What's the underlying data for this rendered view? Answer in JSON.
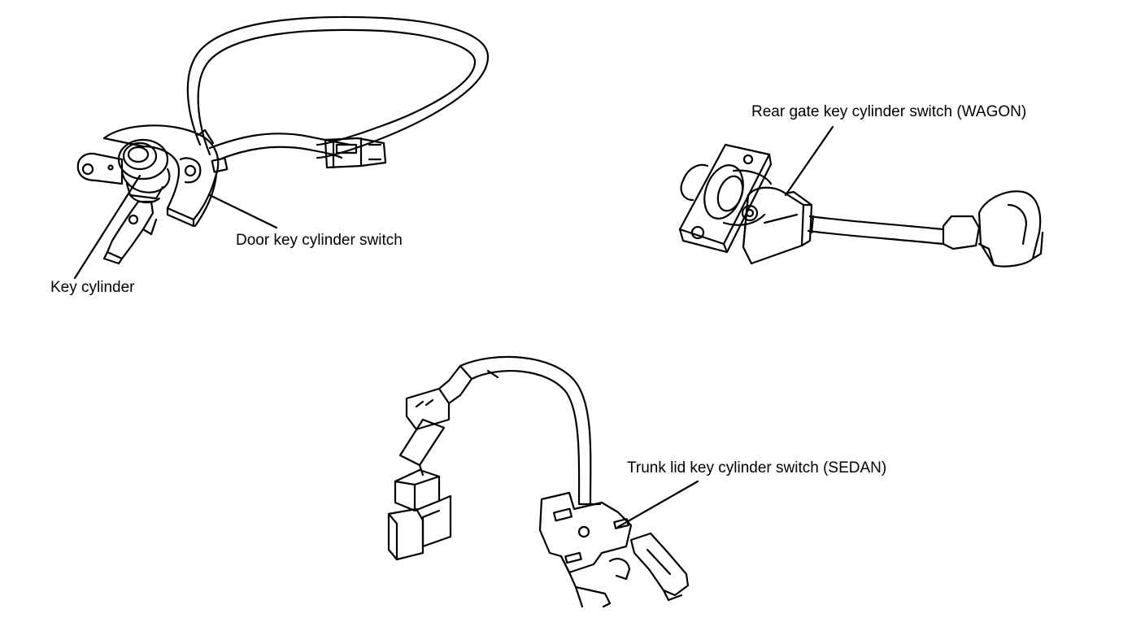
{
  "labels": {
    "key_cylinder": "Key cylinder",
    "door_switch": "Door key cylinder switch",
    "rear_gate_switch": "Rear gate key cylinder switch (WAGON)",
    "trunk_lid_switch": "Trunk lid key cylinder switch (SEDAN)"
  },
  "colors": {
    "line": "#000000",
    "background": "#ffffff"
  }
}
